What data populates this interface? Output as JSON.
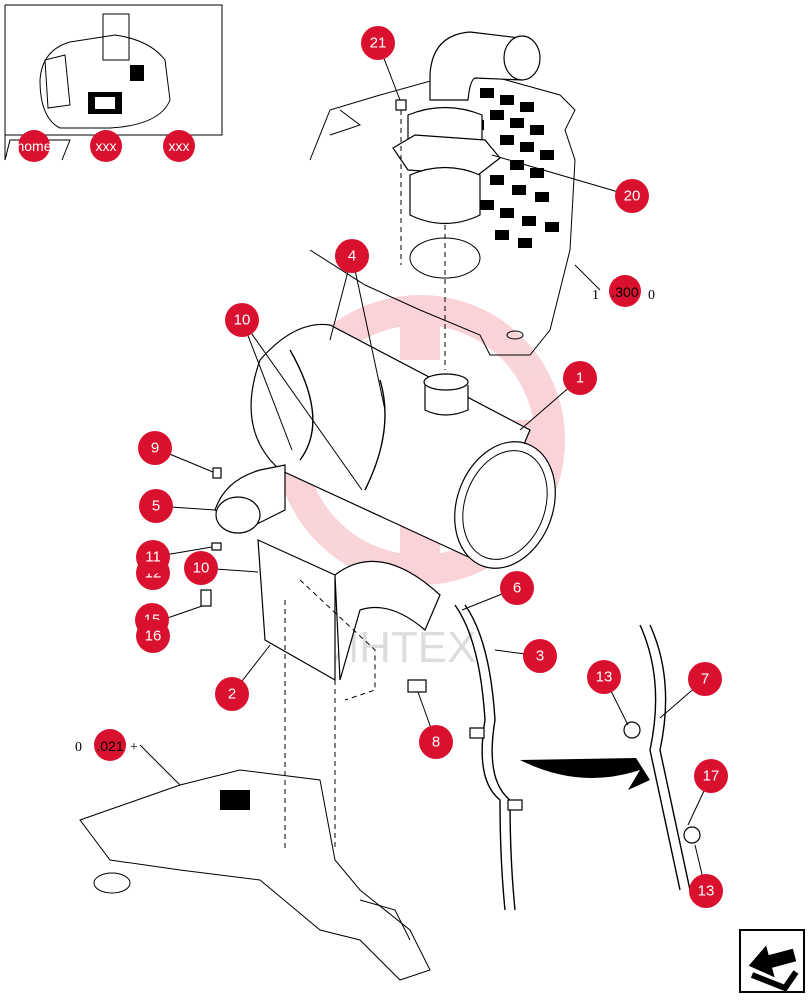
{
  "thumbnail": {
    "tabs": [
      {
        "label": "home"
      },
      {
        "label": "xxx"
      },
      {
        "label": "xxx"
      }
    ]
  },
  "callouts": [
    {
      "id": "c21",
      "label": "21"
    },
    {
      "id": "c20",
      "label": "20"
    },
    {
      "id": "c4",
      "label": "4"
    },
    {
      "id": "c10a",
      "label": "10"
    },
    {
      "id": "c1",
      "label": "1"
    },
    {
      "id": "c9",
      "label": "9"
    },
    {
      "id": "c5",
      "label": "5"
    },
    {
      "id": "c11",
      "label": "11"
    },
    {
      "id": "c12",
      "label": "12"
    },
    {
      "id": "c10b",
      "label": "10"
    },
    {
      "id": "c16",
      "label": "16"
    },
    {
      "id": "c15",
      "label": "15"
    },
    {
      "id": "c6",
      "label": "6"
    },
    {
      "id": "c3",
      "label": "3"
    },
    {
      "id": "c2",
      "label": "2"
    },
    {
      "id": "c8",
      "label": "8"
    },
    {
      "id": "c13a",
      "label": "13"
    },
    {
      "id": "c7",
      "label": "7"
    },
    {
      "id": "c17",
      "label": "17"
    },
    {
      "id": "c13b",
      "label": "13"
    }
  ],
  "references": {
    "top_ref": {
      "prefix": "1",
      "link": ".300",
      "suffix": "0"
    },
    "bottom_ref": {
      "prefix": "0",
      "link": ".021",
      "suffix": "+"
    }
  },
  "watermark": {
    "text": "ИНТЕХ"
  },
  "nav": {
    "icon": "next-page-arrow-icon"
  }
}
